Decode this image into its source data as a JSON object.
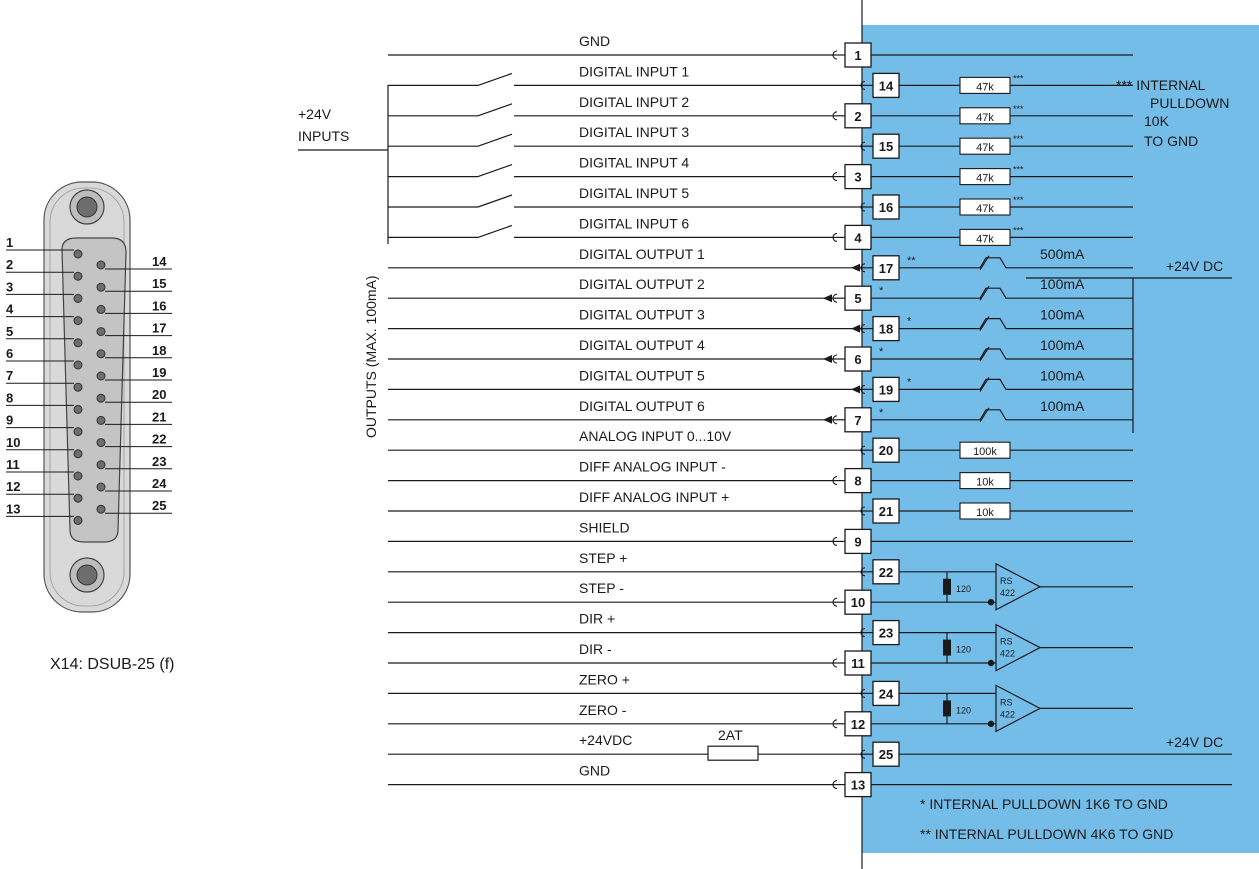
{
  "colors": {
    "panel": "#74bde8",
    "line": "#1a1a1a",
    "connector_fill": "#d9d9d9",
    "connector_dark": "#7a7a7a"
  },
  "connector": {
    "caption": "X14: DSUB-25 (f)",
    "left_pins": [
      "1",
      "2",
      "3",
      "4",
      "5",
      "6",
      "7",
      "8",
      "9",
      "10",
      "11",
      "12",
      "13"
    ],
    "right_pins": [
      "14",
      "15",
      "16",
      "17",
      "18",
      "19",
      "20",
      "21",
      "22",
      "23",
      "24",
      "25"
    ]
  },
  "labels": {
    "inputs_voltage": "+24V",
    "inputs_word": "INPUTS",
    "outputs_vertical": "OUTPUTS (MAX. 100mA)",
    "pulldown_note": [
      "*** INTERNAL",
      "PULLDOWN",
      "10K",
      "TO GND"
    ],
    "supply_out": "+24V DC",
    "supply_bottom": "+24V DC",
    "footnote_1": "* INTERNAL PULLDOWN 1K6 TO GND",
    "footnote_2": "** INTERNAL PULLDOWN 4K6 TO GND",
    "fuse": "2AT",
    "rs422": [
      "RS",
      "422"
    ],
    "termination": "120"
  },
  "rows": [
    {
      "signal": "GND",
      "pin": "1",
      "kind": "gnd"
    },
    {
      "signal": "DIGITAL INPUT 1",
      "pin": "14",
      "kind": "din",
      "res": "47k",
      "mark": "***"
    },
    {
      "signal": "DIGITAL INPUT 2",
      "pin": "2",
      "kind": "din",
      "res": "47k",
      "mark": "***"
    },
    {
      "signal": "DIGITAL INPUT 3",
      "pin": "15",
      "kind": "din",
      "res": "47k",
      "mark": "***"
    },
    {
      "signal": "DIGITAL INPUT 4",
      "pin": "3",
      "kind": "din",
      "res": "47k",
      "mark": "***"
    },
    {
      "signal": "DIGITAL INPUT 5",
      "pin": "16",
      "kind": "din",
      "res": "47k",
      "mark": "***"
    },
    {
      "signal": "DIGITAL INPUT 6",
      "pin": "4",
      "kind": "din",
      "res": "47k",
      "mark": "***"
    },
    {
      "signal": "DIGITAL OUTPUT 1",
      "pin": "17",
      "kind": "dout",
      "mark": "**",
      "current": "500mA"
    },
    {
      "signal": "DIGITAL OUTPUT 2",
      "pin": "5",
      "kind": "dout",
      "mark": "*",
      "current": "100mA"
    },
    {
      "signal": "DIGITAL OUTPUT 3",
      "pin": "18",
      "kind": "dout",
      "mark": "*",
      "current": "100mA"
    },
    {
      "signal": "DIGITAL OUTPUT 4",
      "pin": "6",
      "kind": "dout",
      "mark": "*",
      "current": "100mA"
    },
    {
      "signal": "DIGITAL OUTPUT 5",
      "pin": "19",
      "kind": "dout",
      "mark": "*",
      "current": "100mA"
    },
    {
      "signal": "DIGITAL OUTPUT 6",
      "pin": "7",
      "kind": "dout",
      "mark": "*",
      "current": "100mA"
    },
    {
      "signal": "ANALOG INPUT 0...10V",
      "pin": "20",
      "kind": "ain",
      "res": "100k"
    },
    {
      "signal": "DIFF ANALOG INPUT -",
      "pin": "8",
      "kind": "ain",
      "res": "10k"
    },
    {
      "signal": "DIFF ANALOG INPUT +",
      "pin": "21",
      "kind": "ain",
      "res": "10k"
    },
    {
      "signal": "SHIELD",
      "pin": "9",
      "kind": "plain"
    },
    {
      "signal": "STEP +",
      "pin": "22",
      "kind": "diffp"
    },
    {
      "signal": "STEP -",
      "pin": "10",
      "kind": "diffn"
    },
    {
      "signal": "DIR +",
      "pin": "23",
      "kind": "diffp"
    },
    {
      "signal": "DIR -",
      "pin": "11",
      "kind": "diffn"
    },
    {
      "signal": "ZERO +",
      "pin": "24",
      "kind": "diffp"
    },
    {
      "signal": "ZERO -",
      "pin": "12",
      "kind": "diffn"
    },
    {
      "signal": "+24VDC",
      "pin": "25",
      "kind": "supply"
    },
    {
      "signal": "GND",
      "pin": "13",
      "kind": "gnd2"
    }
  ]
}
